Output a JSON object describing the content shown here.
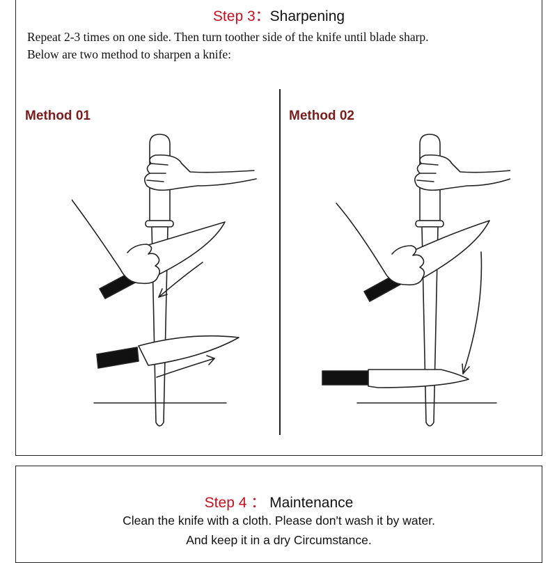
{
  "step3": {
    "number": "Step 3：",
    "name": "Sharpening",
    "intro_line1": "Repeat 2-3 times on one side. Then turn toother side of the knife until blade sharp.",
    "intro_line2": "Below are two method to sharpen a knife:",
    "method1": "Method 01",
    "method2": "Method 02"
  },
  "step4": {
    "number": "Step 4 ：",
    "name": "Maintenance",
    "line1": "Clean the knife with a cloth. Please don't wash it by water.",
    "line2": "And keep it in a dry Circumstance."
  },
  "colors": {
    "step_number": "#c8101f",
    "method_label": "#7a1c1c",
    "border": "#222222"
  }
}
